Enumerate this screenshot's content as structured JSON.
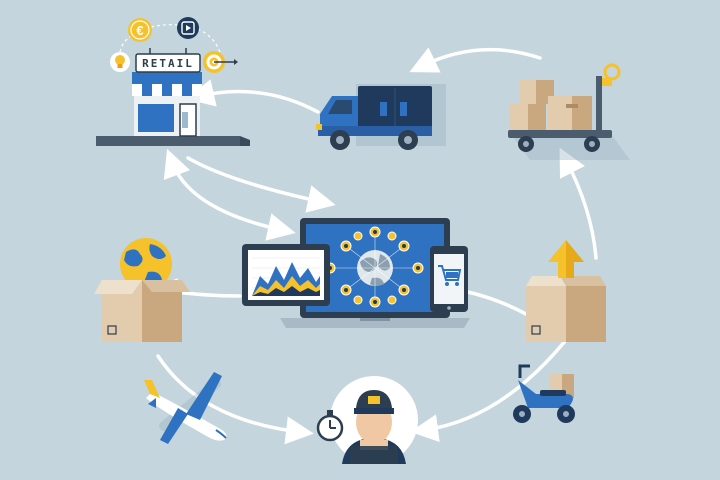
{
  "store": {
    "sign": "RETAIL"
  },
  "icons": {
    "currency_symbol": "€"
  },
  "colors": {
    "background": "#c4d5de",
    "accent_blue": "#2f72c2",
    "navy": "#1f3a5c",
    "yellow": "#f5c22b",
    "box": "#d9c0a0",
    "arrow": "#ffffff"
  },
  "illustrations": [
    "retail-store",
    "delivery-truck",
    "hand-truck-with-boxes",
    "globe-on-box",
    "laptop-with-network",
    "tablet-with-chart",
    "smartphone-with-cart",
    "box-with-up-arrow",
    "airplane",
    "courier-avatar",
    "stopwatch",
    "scooter-with-box"
  ]
}
